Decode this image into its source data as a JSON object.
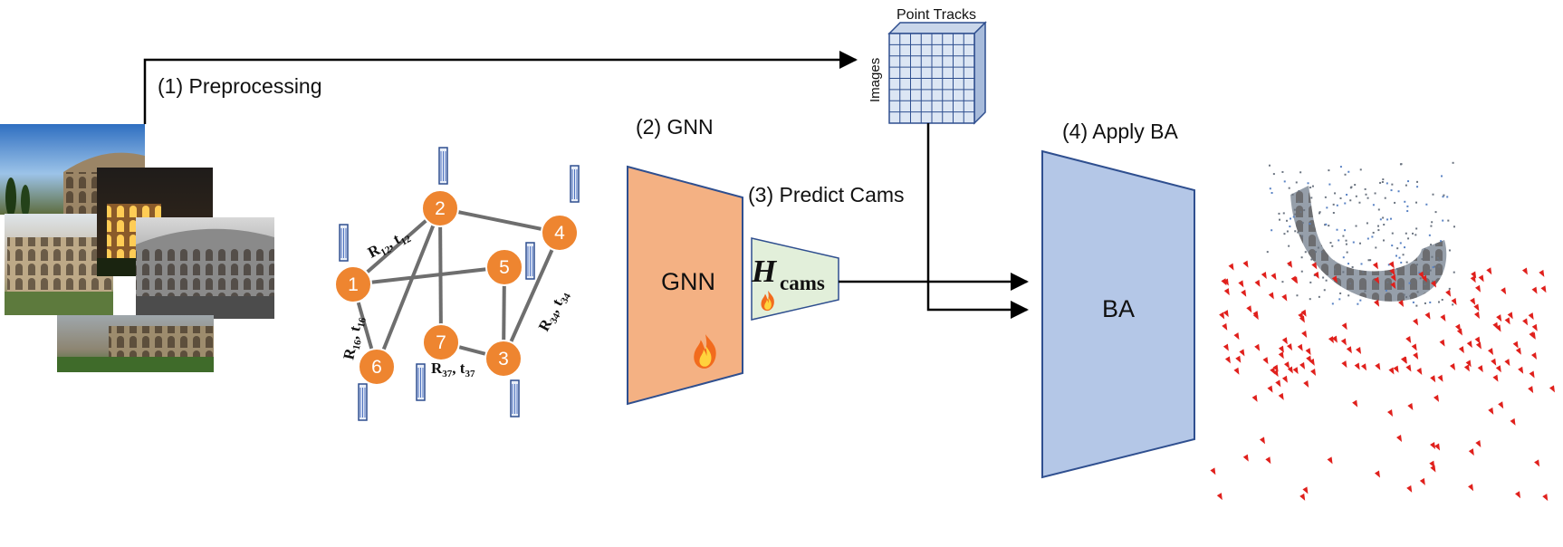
{
  "pipeline": {
    "step1_label": "(1) Preprocessing",
    "step2_label": "(2) GNN",
    "step3_label": "(3) Predict Cams",
    "step4_label": "(4) Apply BA"
  },
  "point_tracks": {
    "title": "Point Tracks",
    "side_label": "Images"
  },
  "gnn_block": {
    "label": "GNN"
  },
  "cams_head": {
    "symbol": "H",
    "subscript": "cams"
  },
  "ba_block": {
    "label": "BA"
  },
  "graph": {
    "nodes": [
      "1",
      "2",
      "3",
      "4",
      "5",
      "6",
      "7"
    ],
    "edge_labels": {
      "e12": {
        "R": "R",
        "rsub": "12",
        "t": "t",
        "tsub": "12"
      },
      "e16": {
        "R": "R",
        "rsub": "16",
        "t": "t",
        "tsub": "16"
      },
      "e37": {
        "R": "R",
        "rsub": "37",
        "t": "t",
        "tsub": "37"
      },
      "e34": {
        "R": "R",
        "rsub": "34",
        "t": "t",
        "tsub": "34"
      }
    },
    "separator": ", "
  },
  "colors": {
    "node": "#ee8530",
    "edge": "#6e6e6e",
    "gnn_fill": "#f4b183",
    "ba_fill": "#b4c7e7",
    "cams_fill": "#e2efda",
    "block_stroke": "#2f4f8f",
    "camera_points": "#e0201c"
  },
  "icons": [
    "fire-icon",
    "feature-vector-icon",
    "camera-frustum-icon"
  ]
}
